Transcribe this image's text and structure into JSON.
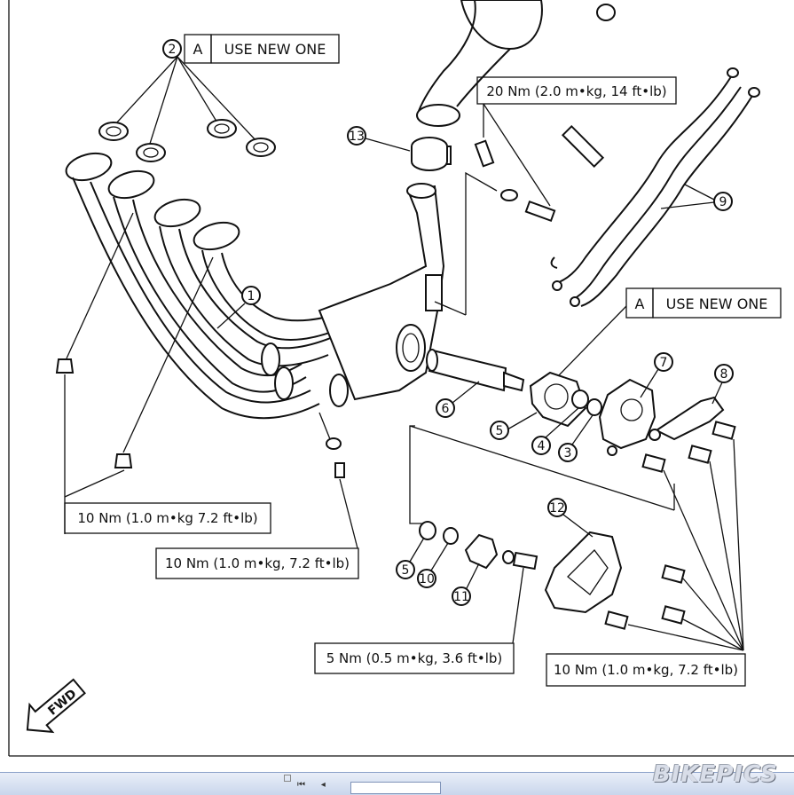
{
  "callout_boxes": {
    "new_one_top": {
      "code": "A",
      "text": "USE NEW ONE",
      "ref": "2"
    },
    "new_one_right": {
      "code": "A",
      "text": "USE NEW ONE"
    },
    "torque_20": "20 Nm (2.0 m•kg, 14 ft•lb)",
    "torque_10_left": "10 Nm (1.0 m•kg  7.2 ft•lb)",
    "torque_10_mid": "10 Nm (1.0 m•kg, 7.2 ft•lb)",
    "torque_5": "5 Nm (0.5 m•kg, 3.6 ft•lb)",
    "torque_10_right": "10 Nm (1.0 m•kg, 7.2 ft•lb)"
  },
  "part_numbers": {
    "p1": "1",
    "p3": "3",
    "p4": "4",
    "p5a": "5",
    "p5b": "5",
    "p6": "6",
    "p7": "7",
    "p8": "8",
    "p9": "9",
    "p10": "10",
    "p11": "11",
    "p12": "12",
    "p13": "13"
  },
  "fwd_label": "FWD",
  "watermark": "BIKEPICS"
}
